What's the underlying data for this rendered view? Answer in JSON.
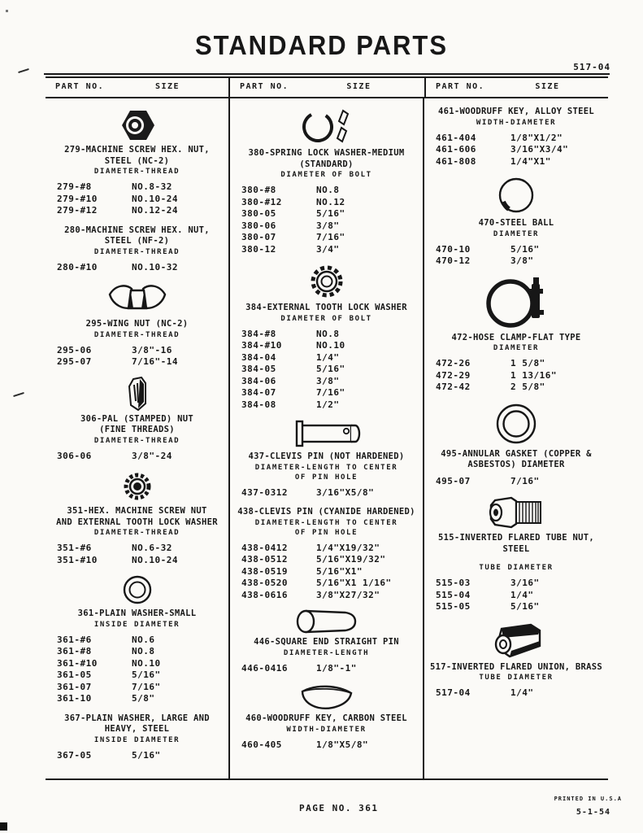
{
  "page": {
    "title": "STANDARD PARTS",
    "doc_number": "517-04",
    "col_header_part": "PART NO.",
    "col_header_size": "SIZE",
    "page_label": "PAGE NO. 361",
    "printed_in": "PRINTED IN U.S.A",
    "date": "5-1-54",
    "ink_color": "#1a1a1a",
    "paper_color": "#fbfaf7"
  },
  "columns": [
    {
      "groups": [
        {
          "icon": "hex-nut-icon",
          "title_lines": [
            "279-MACHINE SCREW HEX. NUT,",
            "STEEL (NC-2)"
          ],
          "sub_lines": [
            "DIAMETER-THREAD"
          ],
          "rows": [
            [
              "279-#8",
              "NO.8-32"
            ],
            [
              "279-#10",
              "NO.10-24"
            ],
            [
              "279-#12",
              "NO.12-24"
            ]
          ]
        },
        {
          "title_lines": [
            "280-MACHINE SCREW HEX. NUT,",
            "STEEL (NF-2)"
          ],
          "sub_lines": [
            "DIAMETER-THREAD"
          ],
          "rows": [
            [
              "280-#10",
              "NO.10-32"
            ]
          ]
        },
        {
          "icon": "wing-nut-icon",
          "title_lines": [
            "295-WING NUT (NC-2)"
          ],
          "sub_lines": [
            "DIAMETER-THREAD"
          ],
          "rows": [
            [
              "295-06",
              "3/8\"-16"
            ],
            [
              "295-07",
              "7/16\"-14"
            ]
          ]
        },
        {
          "icon": "pal-nut-icon",
          "title_lines": [
            "306-PAL (STAMPED) NUT",
            "(FINE THREADS)"
          ],
          "sub_lines": [
            "DIAMETER-THREAD"
          ],
          "rows": [
            [
              "306-06",
              "3/8\"-24"
            ]
          ]
        },
        {
          "icon": "nut-lock-washer-icon",
          "title_lines": [
            "351-HEX. MACHINE SCREW NUT",
            "AND EXTERNAL TOOTH LOCK WASHER"
          ],
          "sub_lines": [
            "DIAMETER-THREAD"
          ],
          "rows": [
            [
              "351-#6",
              "NO.6-32"
            ],
            [
              "351-#10",
              "NO.10-24"
            ]
          ]
        },
        {
          "icon": "plain-washer-icon",
          "title_lines": [
            "361-PLAIN WASHER-SMALL"
          ],
          "sub_lines": [
            "INSIDE DIAMETER"
          ],
          "rows": [
            [
              "361-#6",
              "NO.6"
            ],
            [
              "361-#8",
              "NO.8"
            ],
            [
              "361-#10",
              "NO.10"
            ],
            [
              "361-05",
              "5/16\""
            ],
            [
              "361-07",
              "7/16\""
            ],
            [
              "361-10",
              "5/8\""
            ]
          ]
        },
        {
          "title_lines": [
            "367-PLAIN WASHER, LARGE AND",
            "HEAVY, STEEL"
          ],
          "sub_lines": [
            "INSIDE DIAMETER"
          ],
          "rows": [
            [
              "367-05",
              "5/16\""
            ]
          ]
        }
      ]
    },
    {
      "groups": [
        {
          "icon": "spring-lock-washer-icon",
          "title_lines": [
            "380-SPRING LOCK WASHER-MEDIUM",
            "(STANDARD)"
          ],
          "sub_lines": [
            "DIAMETER OF BOLT"
          ],
          "rows": [
            [
              "380-#8",
              "NO.8"
            ],
            [
              "380-#12",
              "NO.12"
            ],
            [
              "380-05",
              "5/16\""
            ],
            [
              "380-06",
              "3/8\""
            ],
            [
              "380-07",
              "7/16\""
            ],
            [
              "380-12",
              "3/4\""
            ]
          ]
        },
        {
          "icon": "tooth-lock-washer-icon",
          "title_lines": [
            "384-EXTERNAL TOOTH LOCK WASHER"
          ],
          "sub_lines": [
            "DIAMETER OF BOLT"
          ],
          "rows": [
            [
              "384-#8",
              "NO.8"
            ],
            [
              "384-#10",
              "NO.10"
            ],
            [
              "384-04",
              "1/4\""
            ],
            [
              "384-05",
              "5/16\""
            ],
            [
              "384-06",
              "3/8\""
            ],
            [
              "384-07",
              "7/16\""
            ],
            [
              "384-08",
              "1/2\""
            ]
          ]
        },
        {
          "icon": "clevis-pin-icon",
          "title_lines": [
            "437-CLEVIS PIN (NOT HARDENED)"
          ],
          "sub_lines": [
            "DIAMETER-LENGTH TO CENTER",
            "OF PIN HOLE"
          ],
          "rows": [
            [
              "437-0312",
              "3/16\"X5/8\""
            ]
          ]
        },
        {
          "title_lines": [
            "438-CLEVIS PIN (CYANIDE HARDENED)"
          ],
          "sub_lines": [
            "DIAMETER-LENGTH TO CENTER",
            "OF PIN HOLE"
          ],
          "rows": [
            [
              "438-0412",
              "1/4\"X19/32\""
            ],
            [
              "438-0512",
              "5/16\"X19/32\""
            ],
            [
              "438-0519",
              "5/16\"X1\""
            ],
            [
              "438-0520",
              "5/16\"X1 1/16\""
            ],
            [
              "438-0616",
              "3/8\"X27/32\""
            ]
          ]
        },
        {
          "icon": "straight-pin-icon",
          "title_lines": [
            "446-SQUARE END STRAIGHT PIN"
          ],
          "sub_lines": [
            "DIAMETER-LENGTH"
          ],
          "rows": [
            [
              "446-0416",
              "1/8\"-1\""
            ]
          ]
        },
        {
          "icon": "woodruff-key-icon",
          "title_lines": [
            "460-WOODRUFF KEY, CARBON STEEL"
          ],
          "sub_lines": [
            "WIDTH-DIAMETER"
          ],
          "rows": [
            [
              "460-405",
              "1/8\"X5/8\""
            ]
          ]
        }
      ]
    },
    {
      "groups": [
        {
          "title_lines": [
            "461-WOODRUFF KEY, ALLOY STEEL"
          ],
          "sub_lines": [
            "WIDTH-DIAMETER"
          ],
          "rows": [
            [
              "461-404",
              "1/8\"X1/2\""
            ],
            [
              "461-606",
              "3/16\"X3/4\""
            ],
            [
              "461-808",
              "1/4\"X1\""
            ]
          ]
        },
        {
          "icon": "steel-ball-icon",
          "title_lines": [
            "470-STEEL BALL"
          ],
          "sub_lines": [
            "DIAMETER"
          ],
          "rows": [
            [
              "470-10",
              "5/16\""
            ],
            [
              "470-12",
              "3/8\""
            ]
          ]
        },
        {
          "icon": "hose-clamp-icon",
          "title_lines": [
            "472-HOSE CLAMP-FLAT TYPE"
          ],
          "sub_lines": [
            "DIAMETER"
          ],
          "rows": [
            [
              "472-26",
              "1 5/8\""
            ],
            [
              "472-29",
              "1 13/16\""
            ],
            [
              "472-42",
              "2 5/8\""
            ]
          ]
        },
        {
          "icon": "annular-gasket-icon",
          "title_lines": [
            "495-ANNULAR GASKET (COPPER &",
            "ASBESTOS) DIAMETER"
          ],
          "sub_lines": [],
          "rows": [
            [
              "495-07",
              "7/16\""
            ]
          ]
        },
        {
          "icon": "tube-nut-icon",
          "title_lines": [
            "515-INVERTED FLARED TUBE NUT,",
            "STEEL"
          ],
          "sub_lines": [
            "TUBE DIAMETER"
          ],
          "sub_gap": true,
          "rows": [
            [
              "515-03",
              "3/16\""
            ],
            [
              "515-04",
              "1/4\""
            ],
            [
              "515-05",
              "5/16\""
            ]
          ]
        },
        {
          "icon": "flared-union-icon",
          "title_lines": [
            "517-INVERTED FLARED UNION, BRASS"
          ],
          "sub_lines": [
            "TUBE DIAMETER"
          ],
          "rows": [
            [
              "517-04",
              "1/4\""
            ]
          ]
        }
      ]
    }
  ]
}
